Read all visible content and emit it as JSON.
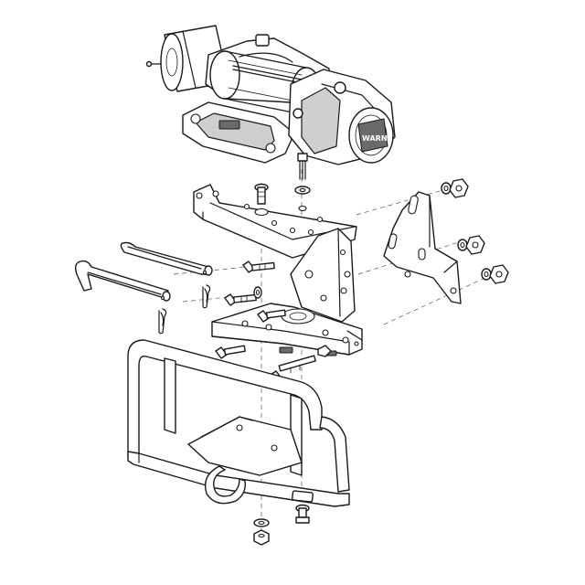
{
  "drawing": {
    "colors": {
      "line": "#1a1a1a",
      "paper": "#ffffff",
      "shade": "#cfcfcf",
      "dark_shade": "#6a6a6a"
    },
    "winch_badge_text": "WARN",
    "parts": [
      "winch",
      "winch-mounting-plate",
      "vertical-mount-bracket",
      "side-plate",
      "base-plate",
      "front-guard-bumper",
      "hitch-pin",
      "lower-hitch-pin",
      "hairpin-clip",
      "carriage-bolt",
      "hex-nut",
      "flat-washer"
    ]
  }
}
